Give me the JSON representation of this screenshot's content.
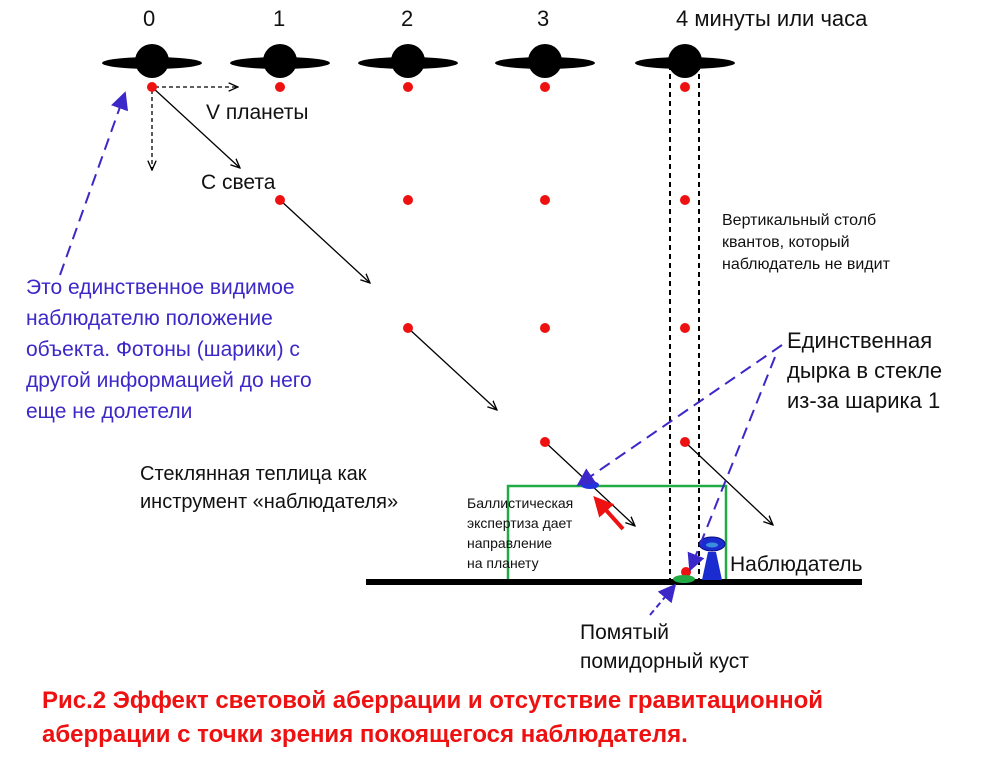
{
  "time_labels": [
    "0",
    "1",
    "2",
    "3",
    "4 минуты или часа"
  ],
  "velocity_label": "V планеты",
  "light_label": "С света",
  "column_note": "Вертикальный столб\nквантов, который\nнаблюдатель не видит",
  "visible_position_note": "Это единственное видимое\nнаблюдателю положение\nобъекта. Фотоны (шарики) с\nдругой информацией до него\nеще не долетели",
  "single_hole_note": "Единственная\nдырка в стекле\nиз-за шарика 1",
  "greenhouse_label": "Стеклянная теплица как\nинструмент «наблюдателя»",
  "ballistic_note": "Баллистическая\nэкспертиза дает\nнаправление\nна планету",
  "observer_label": "Наблюдатель",
  "bush_label": "Помятый\nпомидорный куст",
  "caption": "Рис.2 Эффект световой аберрации и отсутствие гравитационной\nаберрации с точки зрения покоящегося наблюдателя.",
  "colors": {
    "photon": "#ee1111",
    "annotation": "#3c28c8",
    "greenhouse": "#22aa44",
    "caption": "#ee1111",
    "planet": "#000000"
  },
  "icons": [
    "planet-icon",
    "photon-dot",
    "observer-figure",
    "tomato-bush-icon",
    "hole-in-glass-icon"
  ]
}
